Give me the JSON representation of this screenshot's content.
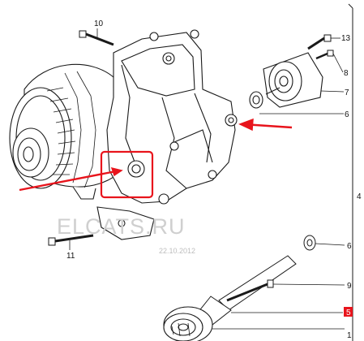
{
  "callouts": [
    {
      "id": "10",
      "label": "10"
    },
    {
      "id": "13",
      "label": "13"
    },
    {
      "id": "8",
      "label": "8"
    },
    {
      "id": "7",
      "label": "7"
    },
    {
      "id": "6a",
      "label": "6"
    },
    {
      "id": "11",
      "label": "11"
    },
    {
      "id": "6b",
      "label": "6"
    },
    {
      "id": "9",
      "label": "9"
    },
    {
      "id": "5",
      "label": "5",
      "highlighted": true
    },
    {
      "id": "1",
      "label": "1"
    }
  ],
  "side_marker": "4",
  "watermark": "ELCATS.RU",
  "date_stamp": "22.10.2012",
  "colors": {
    "line": "#1a1a1a",
    "annotation": "#e8141c",
    "highlight_box": "#e8141c",
    "watermark": "#cfcfcf"
  }
}
